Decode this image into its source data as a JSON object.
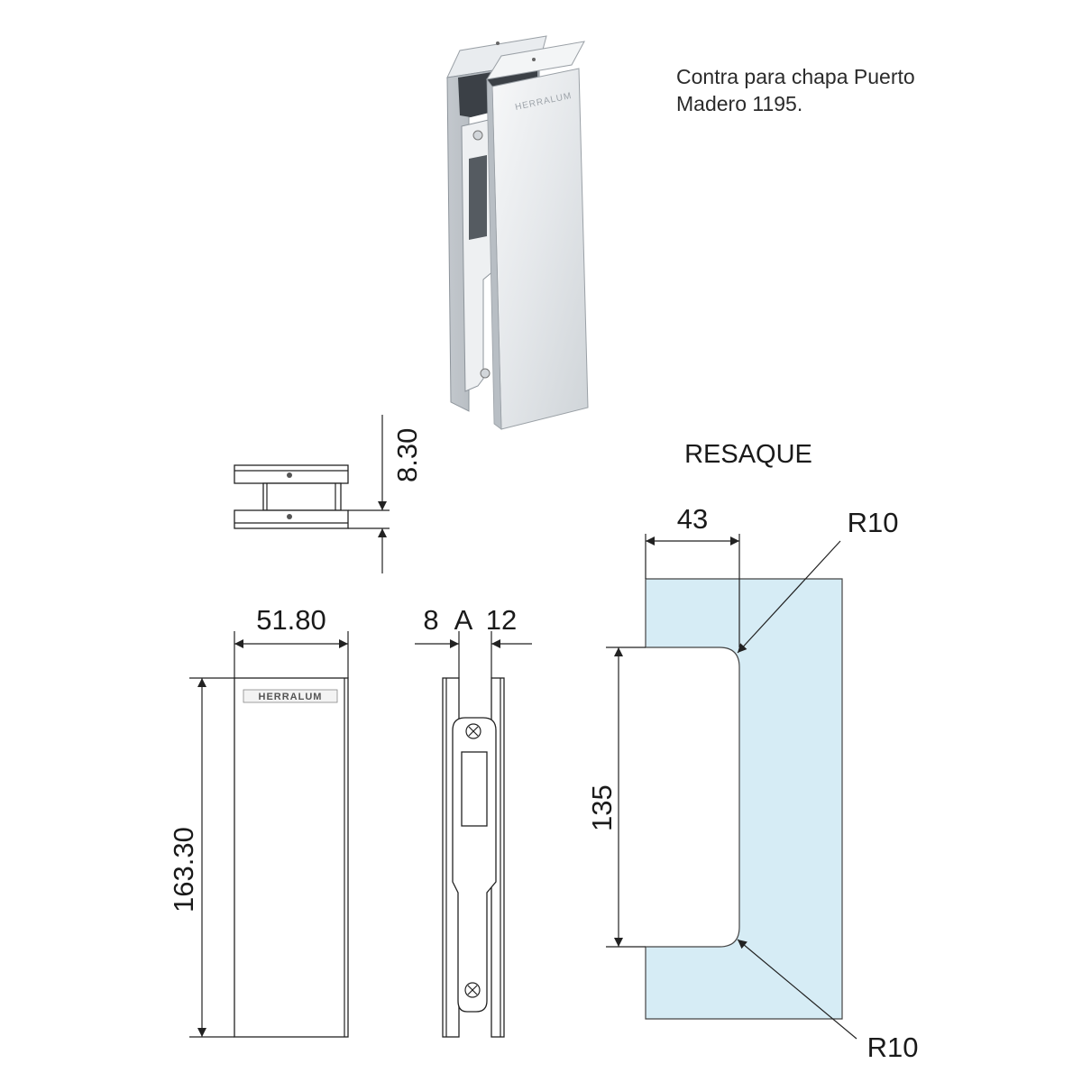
{
  "description": {
    "line1": "Contra para chapa Puerto",
    "line2": "Madero 1195."
  },
  "brand": "HERRALUM",
  "dimensions": {
    "side_depth": "8.30",
    "width": "51.80",
    "height": "163.30",
    "left_gap": "8",
    "gap_a": "A",
    "right_gap": "12"
  },
  "resaque": {
    "title": "RESAQUE",
    "width": "43",
    "height": "135",
    "radius_top": "R10",
    "radius_bottom": "R10"
  },
  "colors": {
    "glass_fill": "#d6ecf5",
    "metal_light": "#f2f4f6",
    "metal_mid": "#c7ccd1",
    "metal_dark": "#8f969d",
    "line": "#222222"
  }
}
